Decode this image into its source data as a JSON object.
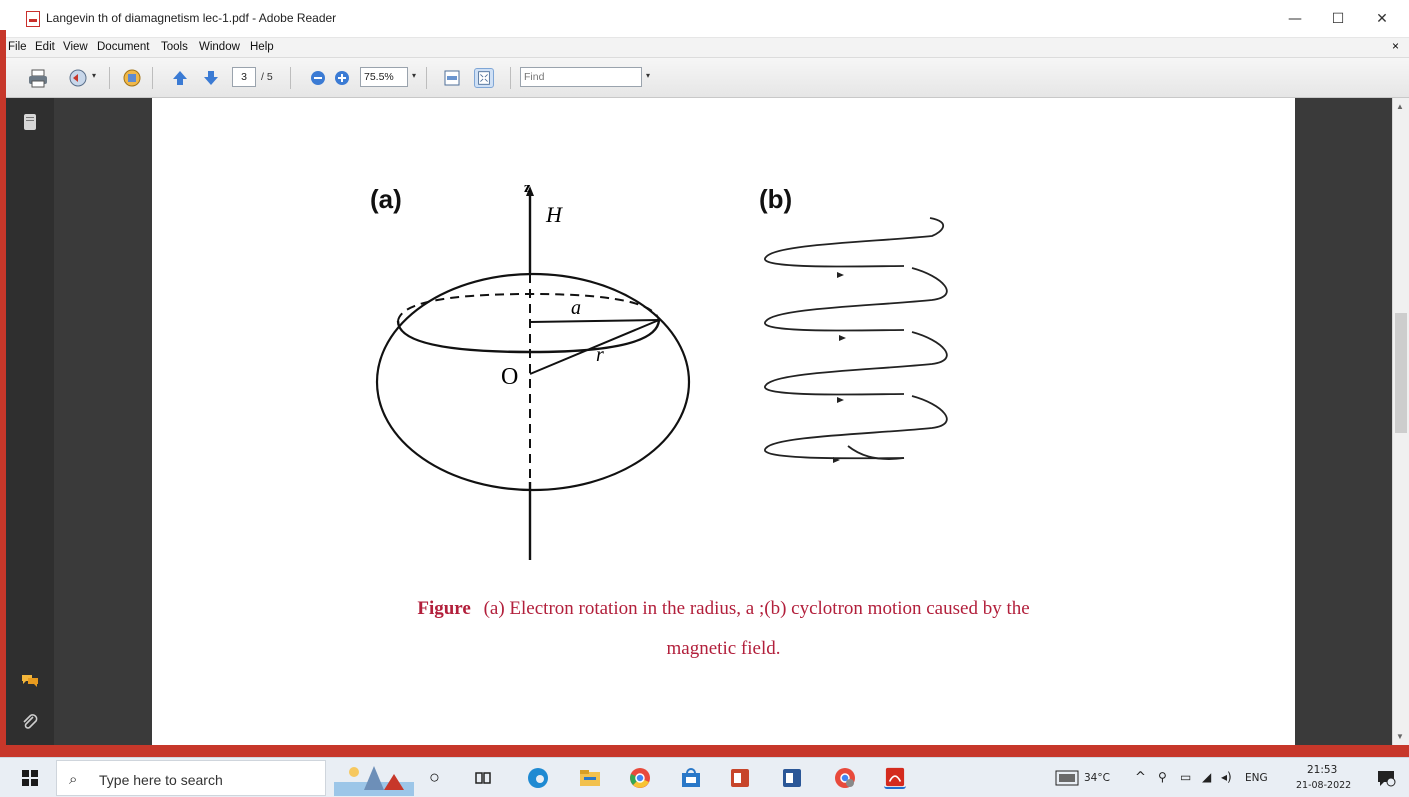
{
  "window": {
    "title": "Langevin th of diamagnetism lec-1.pdf - Adobe Reader",
    "minimize": "—",
    "maximize": "☐",
    "close": "✕"
  },
  "menubar": {
    "items": [
      "File",
      "Edit",
      "View",
      "Document",
      "Tools",
      "Window",
      "Help"
    ],
    "close_doc": "×"
  },
  "toolbar": {
    "page_current": "3",
    "page_total": "/ 5",
    "zoom": "75.5%",
    "find_placeholder": "Find"
  },
  "figure": {
    "label_a": "(a)",
    "label_b": "(b)",
    "axis_z": "z",
    "axis_h": "H",
    "radius_a": "a",
    "radius_r": "r",
    "origin": "O",
    "caption_bold": "Figure",
    "caption_line1": "(a) Electron rotation in the radius, a ;(b) cyclotron motion caused by the",
    "caption_line2": "magnetic field."
  },
  "taskbar": {
    "search_placeholder": "Type here to search",
    "weather": "34°C",
    "language": "ENG",
    "time": "21:53",
    "date": "21-08-2022"
  },
  "colors": {
    "accent_red": "#c7372a",
    "caption": "#b21f3b",
    "nav_dark": "#2f2f2f"
  }
}
